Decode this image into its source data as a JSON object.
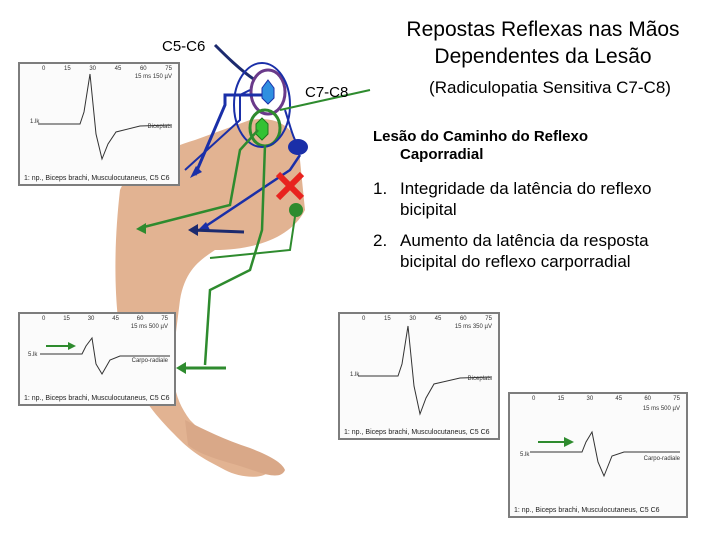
{
  "title": "Repostas Reflexas nas Mãos Dependentes da Lesão",
  "subtitle": "(Radiculopatia Sensitiva C7-C8)",
  "labels": {
    "c56": "C5-C6",
    "c78": "C7-C8"
  },
  "lesion_heading": {
    "line1": "Lesão do Caminho do Reflexo",
    "line2": "Caporradial"
  },
  "findings": [
    {
      "num": "1.",
      "text": "Integridade da latência do reflexo bicipital"
    },
    {
      "num": "2.",
      "text": "Aumento da latência da resposta bicipital do reflexo carporradial"
    }
  ],
  "panels": {
    "top_left": {
      "ticks": [
        "0",
        "15",
        "30",
        "45",
        "60",
        "75"
      ],
      "scale": "15 ms 150 µV",
      "left_label": "1.lk",
      "right_label": "Biceplats",
      "caption": "1: np., Biceps brachi, Musculocutaneus, C5 C6"
    },
    "bottom_left": {
      "ticks": [
        "0",
        "15",
        "30",
        "45",
        "60",
        "75"
      ],
      "scale": "15 ms 500 µV",
      "left_label": "5.lk",
      "right_label": "Carpo-radiale",
      "caption": "1: np., Biceps brachi, Musculocutaneus, C5 C6"
    },
    "middle_right": {
      "ticks": [
        "0",
        "15",
        "30",
        "45",
        "60",
        "75"
      ],
      "scale": "15 ms 350 µV",
      "left_label": "1.lk",
      "right_label": "Biceplats",
      "caption": "1: np., Biceps brachi, Musculocutaneus, C5 C6"
    },
    "bottom_right": {
      "ticks": [
        "0",
        "15",
        "30",
        "45",
        "60",
        "75"
      ],
      "scale": "15 ms 500 µV",
      "left_label": "5.lk",
      "right_label": "Carpo-radiale",
      "caption": "1: np., Biceps brachi, Musculocutaneus, C5 C6"
    }
  },
  "colors": {
    "green": "#2e8b2e",
    "blue": "#1a2fa8",
    "red": "#e8231f",
    "purple": "#6a3a8a",
    "navy": "#1c2a6e",
    "skin": "#e2b392"
  }
}
